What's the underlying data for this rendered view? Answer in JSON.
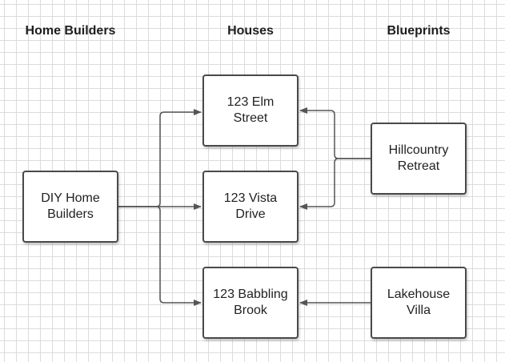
{
  "columns": {
    "builders": "Home Builders",
    "houses": "Houses",
    "blueprints": "Blueprints"
  },
  "nodes": {
    "diy_home_builders": {
      "line1": "DIY Home",
      "line2": "Builders"
    },
    "elm_street": {
      "line1": "123 Elm",
      "line2": "Street"
    },
    "vista_drive": {
      "line1": "123 Vista",
      "line2": "Drive"
    },
    "babbling_brook": {
      "line1": "123 Babbling",
      "line2": "Brook"
    },
    "hillcountry_retreat": {
      "line1": "Hillcountry",
      "line2": "Retreat"
    },
    "lakehouse_villa": {
      "line1": "Lakehouse",
      "line2": "Villa"
    }
  },
  "edges": [
    {
      "from": "diy_home_builders",
      "to": "elm_street"
    },
    {
      "from": "diy_home_builders",
      "to": "vista_drive"
    },
    {
      "from": "diy_home_builders",
      "to": "babbling_brook"
    },
    {
      "from": "hillcountry_retreat",
      "to": "elm_street"
    },
    {
      "from": "hillcountry_retreat",
      "to": "vista_drive"
    },
    {
      "from": "lakehouse_villa",
      "to": "babbling_brook"
    }
  ],
  "colors": {
    "node_border": "#4a4a4a",
    "edge": "#555555",
    "grid": "#dcdcdc"
  }
}
